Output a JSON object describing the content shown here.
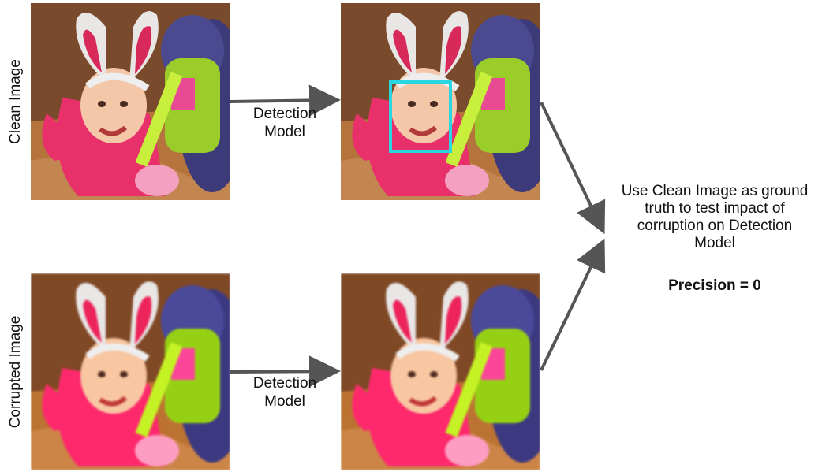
{
  "rows": [
    {
      "label": "Clean Image",
      "arrow_label_line1": "Detection",
      "arrow_label_line2": "Model"
    },
    {
      "label": "Corrupted Image",
      "arrow_label_line1": "Detection",
      "arrow_label_line2": "Model"
    }
  ],
  "note": {
    "line1": "Use Clean Image as ground",
    "line2": "truth to test impact of",
    "line3": "corruption on Detection",
    "line4": "Model"
  },
  "metric": "Precision = 0",
  "colors": {
    "bbox": "#2ad7e0",
    "arrow": "#555555",
    "background": "#ffffff"
  },
  "icons": {
    "photo": "baby-with-bunny-ears-photo"
  }
}
